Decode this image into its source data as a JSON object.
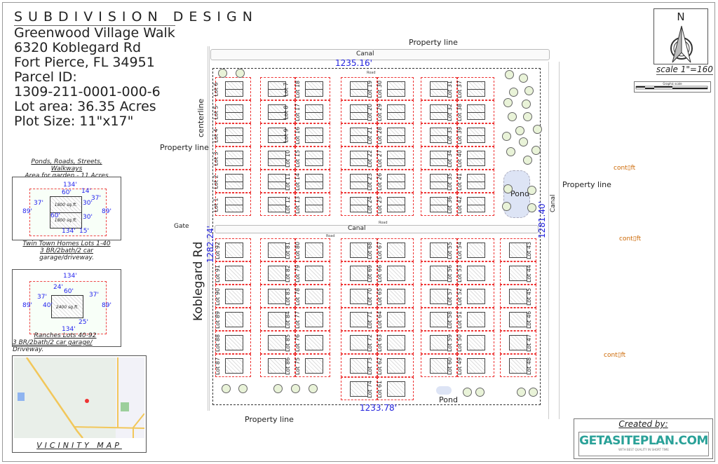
{
  "title": "SUBDIVISION DESIGN",
  "info": [
    "Greenwood Village Walk",
    "6320 Koblegard Rd",
    "Fort Pierce, FL 34951",
    "Parcel ID:",
    "1309-211-0001-000-6",
    "Lot area: 36.35 Acres",
    "Plot Size: 11\"x17\""
  ],
  "detail_note": [
    "Ponds, Roads, Streets,",
    "Walkways",
    "Area for garden - 11 Acres"
  ],
  "twin": {
    "dims": [
      "134'",
      "60'",
      "14'",
      "37'",
      "37'",
      "89'",
      "89'",
      "60'",
      "30'",
      "30'",
      "134'",
      "15'"
    ],
    "sqft": [
      "1800 sq.ft.",
      "1800 sq.ft."
    ],
    "caption": [
      "Twin Town Homes Lots 1-40",
      "3 BR/2bath/2 car",
      "garage/driveway."
    ]
  },
  "ranch": {
    "dims": [
      "134'",
      "24'",
      "60'",
      "37'",
      "37'",
      "89'",
      "40'",
      "89'",
      "134'",
      "25'"
    ],
    "sqft": "2400 sq.ft.",
    "caption": [
      "Ranches Lots 40-92",
      "3 BR/2bath/2 car garage/",
      "Driveway."
    ]
  },
  "vicinity_map": "VICINITY MAP",
  "north": {
    "letter": "N",
    "scale": "scale 1\"=160",
    "graphic_scale": "Graphic scale"
  },
  "created_by": {
    "label": "Created by:",
    "logo": "GETASITEPLAN.COM",
    "tagline": "WITH BEST QUALITY IN SHORT TIME"
  },
  "plan": {
    "labels": {
      "canal": "Canal",
      "property_line": "Property line",
      "centerline": "centerline",
      "gate": "Gate",
      "road_name": "Koblegard Rd",
      "pond": "Pond",
      "road": "Road",
      "contour": "cont▯ft"
    },
    "dimensions": {
      "top": "1235.16'",
      "left": "1282.24'",
      "right": "1281.40'",
      "bottom": "1233.78'"
    },
    "top_section": [
      [
        "Lot 6",
        "Lot 5",
        "Lot 4",
        "Lot 3",
        "Lot 2",
        "Lot 1"
      ],
      [
        "Lot 7",
        "Lot 8",
        "Lot 9",
        "Lot 10",
        "Lot 11",
        "Lot 12"
      ],
      [
        "Lot 18",
        "Lot 17",
        "Lot 16",
        "Lot 15",
        "Lot 14",
        "Lot 13"
      ],
      [
        "Lot 19",
        "Lot 20",
        "Lot 21",
        "Lot 22",
        "Lot 23",
        "Lot 24"
      ],
      [
        "Lot 30",
        "Lot 29",
        "Lot 28",
        "Lot 27",
        "Lot 26",
        "Lot 25"
      ],
      [
        "Lot 31",
        "Lot 32",
        "Lot 33",
        "Lot 34",
        "Lot 35",
        "Lot 36"
      ],
      [
        "Lot 37",
        "Lot 38",
        "Lot 39",
        "Lot 40",
        "Lot 41",
        "Lot 42"
      ]
    ],
    "bottom_section": [
      [
        "Lot 92",
        "Lot 91",
        "Lot 90",
        "Lot 89",
        "Lot 88",
        "Lot 87"
      ],
      [
        "Lot 81",
        "Lot 82",
        "Lot 83",
        "Lot 84",
        "Lot 85",
        "Lot 86"
      ],
      [
        "Lot 80",
        "Lot 79",
        "Lot 78",
        "Lot 77",
        "Lot 76",
        "Lot 75"
      ],
      [
        "Lot 68",
        "Lot 69",
        "Lot 70",
        "Lot 71",
        "Lot 72",
        "Lot 73",
        "Lot 74"
      ],
      [
        "Lot 67",
        "Lot 66",
        "Lot 65",
        "Lot 64",
        "Lot 63",
        "Lot 62",
        "Lot 61"
      ],
      [
        "Lot 55",
        "Lot 56",
        "Lot 57",
        "Lot 58",
        "Lot 59",
        "Lot 60"
      ],
      [
        "Lot 54",
        "Lot 53",
        "Lot 52",
        "Lot 51",
        "Lot 50",
        "Lot 49"
      ],
      [
        "Lot 43",
        "Lot 44",
        "Lot 45",
        "Lot 46",
        "Lot 47",
        "Lot 48"
      ]
    ]
  },
  "colors": {
    "lot_line": "#ee3333",
    "dimension": "#2222dd",
    "contour": "#cc6600",
    "tree": "#e9f3d8",
    "pond": "#dde4f5"
  }
}
